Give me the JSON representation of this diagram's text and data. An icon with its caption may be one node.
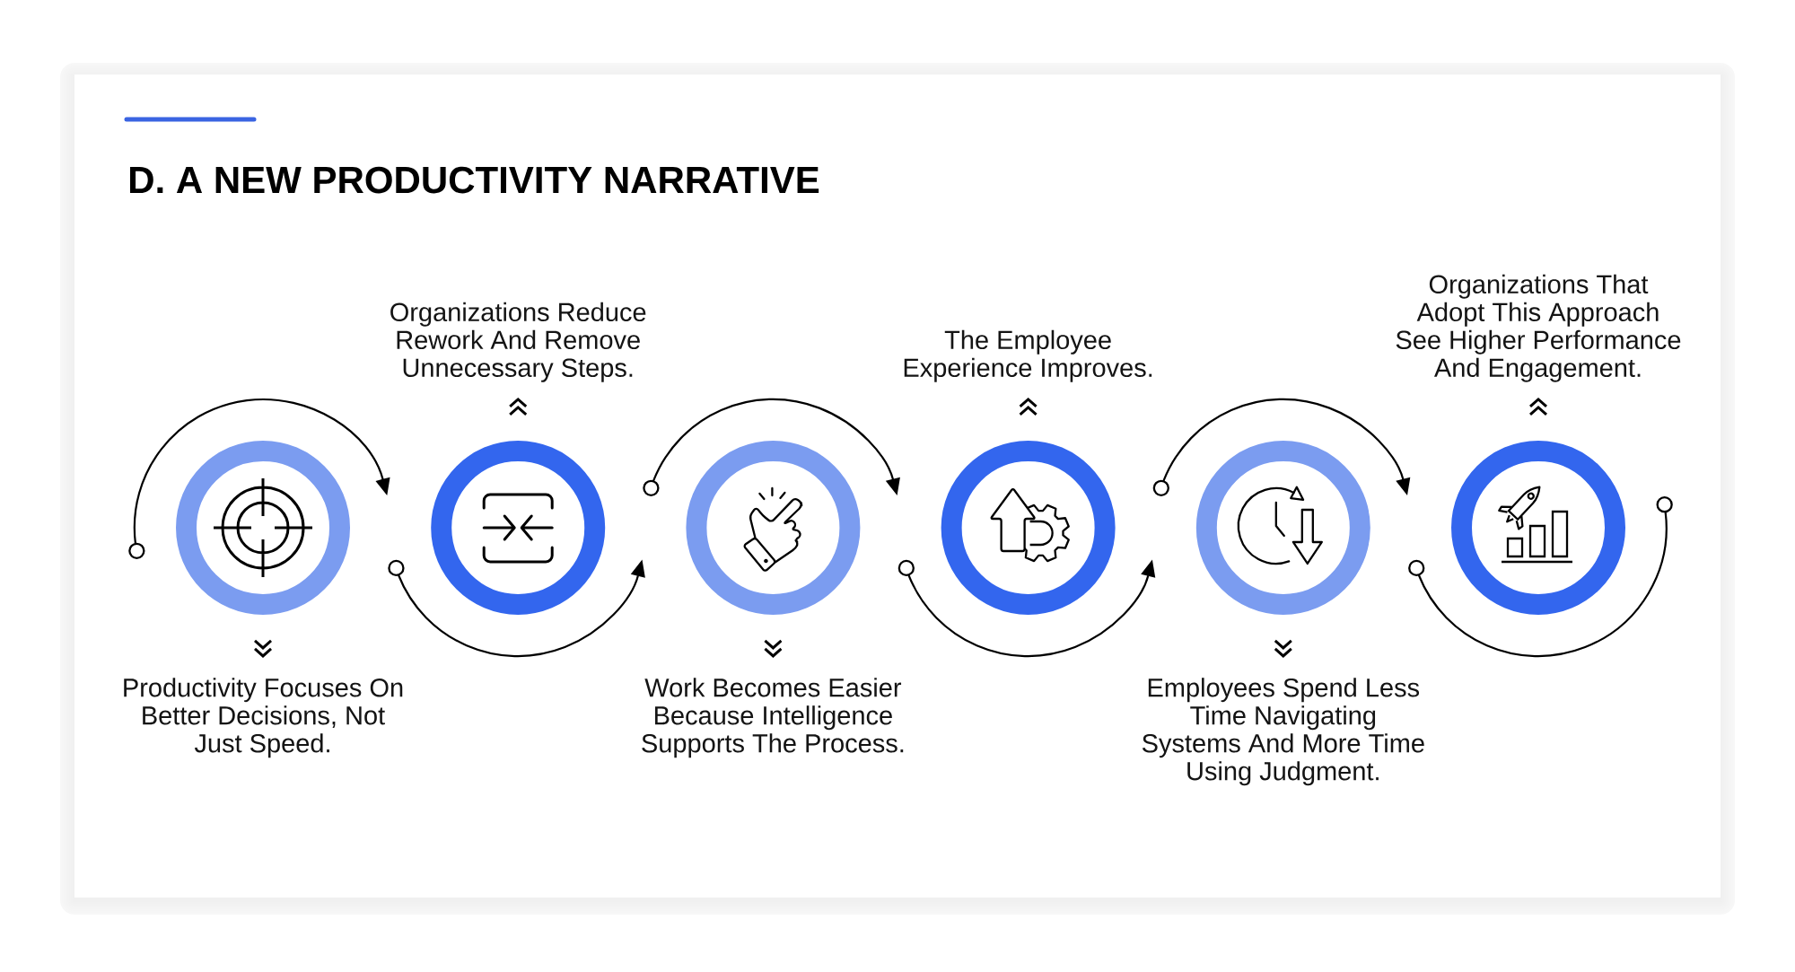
{
  "diagram": {
    "title": "D. A NEW PRODUCTIVITY NARRATIVE",
    "nodes": [
      {
        "text": [],
        "shape": "circle"
      },
      {
        "text": [],
        "shape": "circle",
        "beside": [
          "Productivity Focuses On Better Decisions, Not Just Speed."
        ]
      },
      {
        "text": [],
        "shape": "circle"
      },
      {
        "text": [],
        "shape": "circle",
        "beside": [
          "Organizations Reduce Rework And Remove Unnecessary Steps."
        ]
      },
      {
        "text": [],
        "shape": "circle"
      },
      {
        "text": [],
        "shape": "circle",
        "beside": [
          "Work Becomes Easier Because Intelligence Supports The Process."
        ]
      },
      {
        "text": [],
        "shape": "circle"
      },
      {
        "text": [],
        "shape": "circle",
        "beside": [
          "The Employee Experience Improves."
        ]
      },
      {
        "text": [],
        "shape": "circle"
      },
      {
        "text": [],
        "shape": "circle",
        "beside": [
          "Employees Spend Less Time Navigating Systems And More Time Using Judgment."
        ]
      },
      {
        "text": [],
        "shape": "circle"
      },
      {
        "text": [],
        "shape": "circle",
        "beside": [
          "Organizations That Adopt This Approach See Higher Performance And Engagement."
        ]
      },
      {
        "text": [],
        "shape": "circle"
      }
    ],
    "edges": [
      {
        "from": 0,
        "to": null,
        "arrow": "to"
      },
      {
        "from": 2,
        "to": null,
        "arrow": "to"
      },
      {
        "from": 4,
        "to": null,
        "arrow": "to"
      },
      {
        "from": 6,
        "to": null,
        "arrow": "to"
      },
      {
        "from": 8,
        "to": null,
        "arrow": "to"
      },
      {
        "from": 10,
        "to": 12,
        "arrow": "none"
      }
    ]
  }
}
